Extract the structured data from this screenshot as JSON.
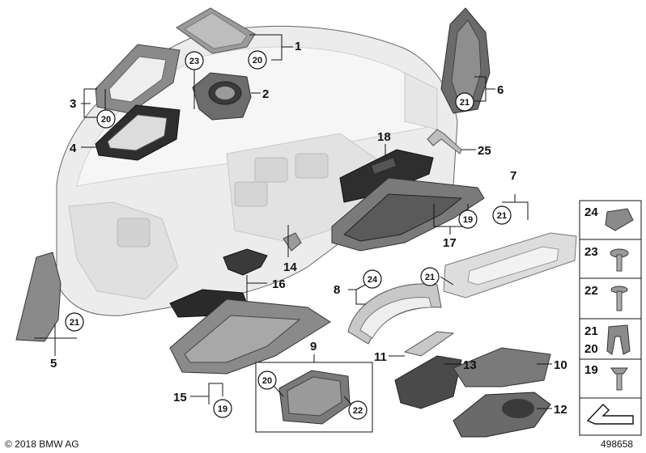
{
  "diagram": {
    "footer_left": "© 2018 BMW AG",
    "footer_right": "498658",
    "colors": {
      "dashboard_body": "#ececec",
      "dashboard_edge": "#c8c8c8",
      "part_dark": "#3a3a3a",
      "part_mid": "#9a9a9a",
      "part_light": "#d6d6d6",
      "label": "#111111"
    },
    "callouts": [
      {
        "id": "p1",
        "text": "1"
      },
      {
        "id": "p2",
        "text": "2"
      },
      {
        "id": "p3",
        "text": "3"
      },
      {
        "id": "p4",
        "text": "4"
      },
      {
        "id": "p5",
        "text": "5"
      },
      {
        "id": "p6",
        "text": "6"
      },
      {
        "id": "p7",
        "text": "7"
      },
      {
        "id": "p8",
        "text": "8"
      },
      {
        "id": "p9",
        "text": "9"
      },
      {
        "id": "p10",
        "text": "10"
      },
      {
        "id": "p11",
        "text": "11"
      },
      {
        "id": "p12",
        "text": "12"
      },
      {
        "id": "p13",
        "text": "13"
      },
      {
        "id": "p14",
        "text": "14"
      },
      {
        "id": "p15",
        "text": "15"
      },
      {
        "id": "p16",
        "text": "16"
      },
      {
        "id": "p17",
        "text": "17"
      },
      {
        "id": "p18",
        "text": "18"
      },
      {
        "id": "p25",
        "text": "25"
      }
    ],
    "circled": [
      {
        "id": "c20a",
        "text": "20"
      },
      {
        "id": "c23",
        "text": "23"
      },
      {
        "id": "c20b",
        "text": "20"
      },
      {
        "id": "c21a",
        "text": "21"
      },
      {
        "id": "c21b",
        "text": "21"
      },
      {
        "id": "c21c",
        "text": "21"
      },
      {
        "id": "c19a",
        "text": "19"
      },
      {
        "id": "c21d",
        "text": "21"
      },
      {
        "id": "c24",
        "text": "24"
      },
      {
        "id": "c19b",
        "text": "19"
      },
      {
        "id": "c20c",
        "text": "20"
      },
      {
        "id": "c22",
        "text": "22"
      }
    ],
    "fastener_panel": [
      {
        "id": "f24",
        "text": "24"
      },
      {
        "id": "f23",
        "text": "23"
      },
      {
        "id": "f22",
        "text": "22"
      },
      {
        "id": "f21",
        "text": "21"
      },
      {
        "id": "f20",
        "text": "20"
      },
      {
        "id": "f19",
        "text": "19"
      }
    ]
  }
}
